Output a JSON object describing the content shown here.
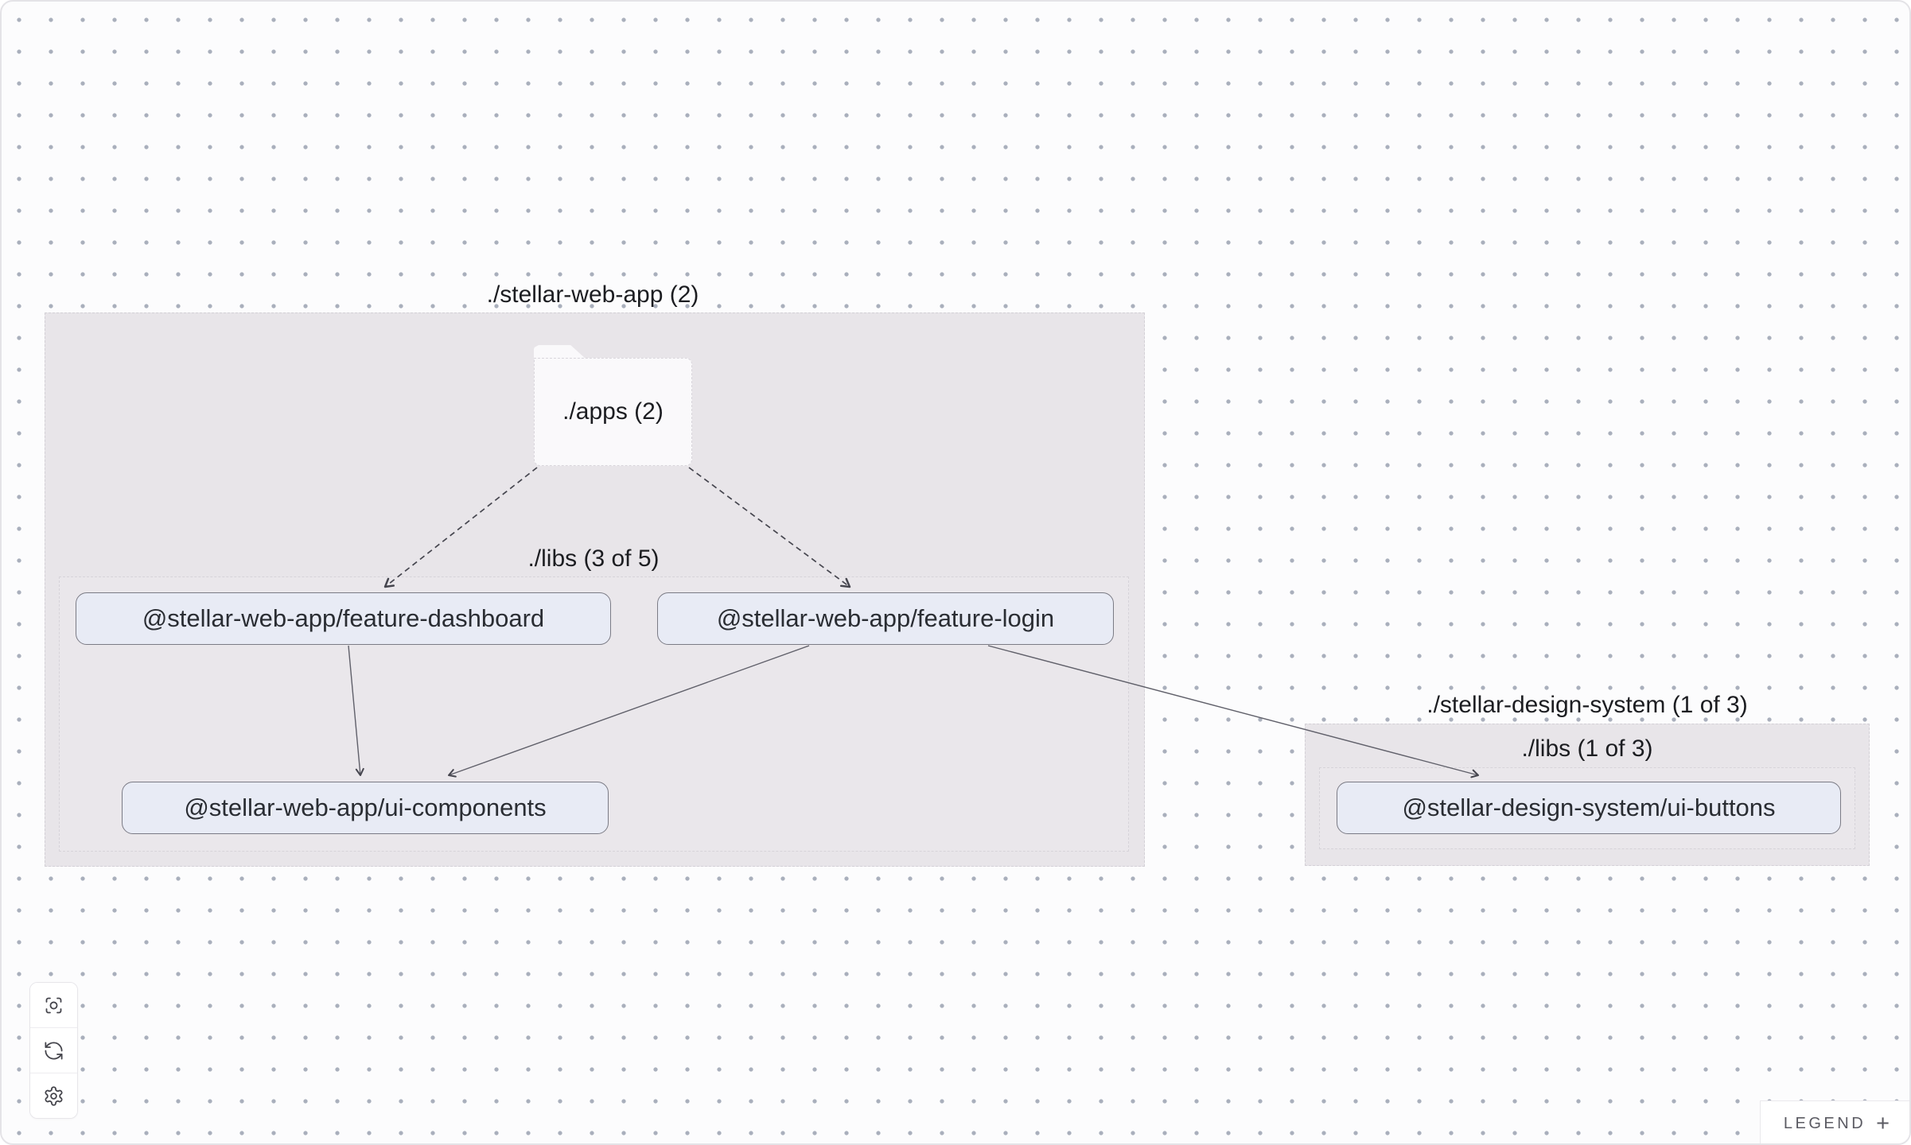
{
  "groups": {
    "stellar_web_app": {
      "title": "./stellar-web-app (2)",
      "apps_folder": {
        "label": "./apps (2)",
        "icon": "folder-shape"
      },
      "libs": {
        "title": "./libs (3 of 5)"
      }
    },
    "stellar_design_system": {
      "title": "./stellar-design-system (1 of 3)",
      "libs": {
        "title": "./libs (1 of 3)"
      }
    }
  },
  "nodes": {
    "feature_dashboard": {
      "label": "@stellar-web-app/feature-dashboard"
    },
    "feature_login": {
      "label": "@stellar-web-app/feature-login"
    },
    "ui_components": {
      "label": "@stellar-web-app/ui-components"
    },
    "ui_buttons": {
      "label": "@stellar-design-system/ui-buttons"
    }
  },
  "edges": [
    {
      "from": "./apps",
      "to": "@stellar-web-app/feature-dashboard",
      "style": "dashed"
    },
    {
      "from": "./apps",
      "to": "@stellar-web-app/feature-login",
      "style": "dashed"
    },
    {
      "from": "@stellar-web-app/feature-dashboard",
      "to": "@stellar-web-app/ui-components",
      "style": "solid"
    },
    {
      "from": "@stellar-web-app/feature-login",
      "to": "@stellar-web-app/ui-components",
      "style": "solid"
    },
    {
      "from": "@stellar-web-app/feature-login",
      "to": "@stellar-design-system/ui-buttons",
      "style": "solid"
    }
  ],
  "toolbar": {
    "buttons": [
      {
        "icon": "focus-icon"
      },
      {
        "icon": "refresh-icon"
      },
      {
        "icon": "settings-icon"
      }
    ]
  },
  "legend": {
    "label": "LEGEND",
    "toggle": "+"
  },
  "colors": {
    "canvas_bg": "#fcfcfd",
    "dot": "#a9afbc",
    "group_fill": "#e8e5e9",
    "subgroup_fill": "#eae7eb",
    "node_fill": "#e8ebf5",
    "node_border": "#7b7b85",
    "node_text": "#2a2d33",
    "title_text": "#1c1d21",
    "edge_solid": "#60606a",
    "edge_dashed": "#46464f",
    "legend_text": "#5b5b63"
  }
}
